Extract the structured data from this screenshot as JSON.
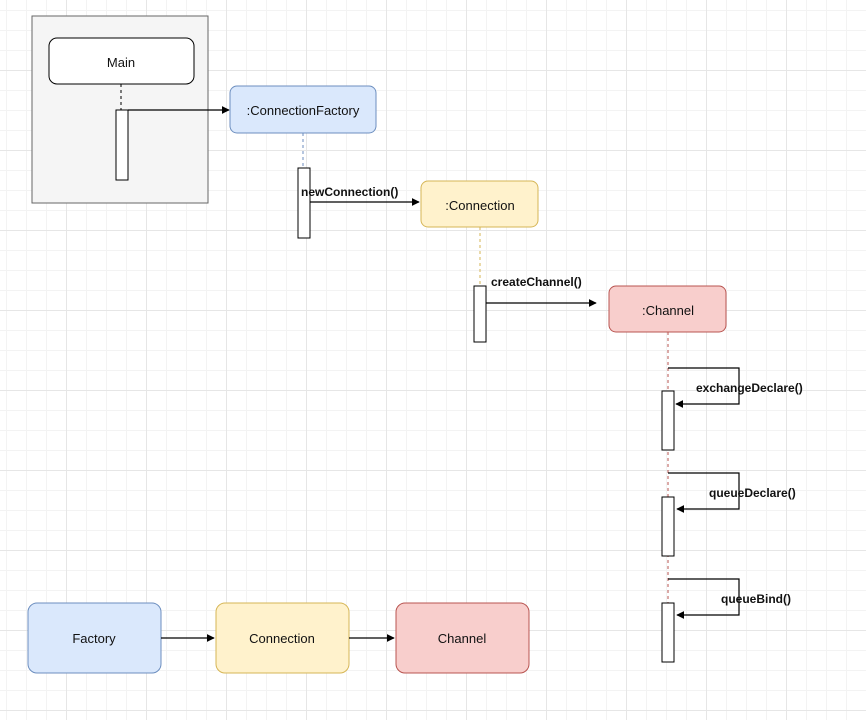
{
  "colors": {
    "blue_fill": "#dae8fc",
    "blue_stroke": "#6c8ebf",
    "yellow_fill": "#fff2cc",
    "yellow_stroke": "#d6b656",
    "red_fill": "#f8cecc",
    "red_stroke": "#b85450",
    "container_fill": "#f5f5f5",
    "container_stroke": "#666666"
  },
  "sequence": {
    "main_label": "Main",
    "factory_lifeline_label": ":ConnectionFactory",
    "connection_lifeline_label": ":Connection",
    "channel_lifeline_label": ":Channel"
  },
  "messages": {
    "new_connection": "newConnection()",
    "create_channel": "createChannel()",
    "exchange_declare": "exchangeDeclare()",
    "queue_declare": "queueDeclare()",
    "queue_bind": "queueBind()"
  },
  "flow": {
    "factory": "Factory",
    "connection": "Connection",
    "channel": "Channel"
  }
}
